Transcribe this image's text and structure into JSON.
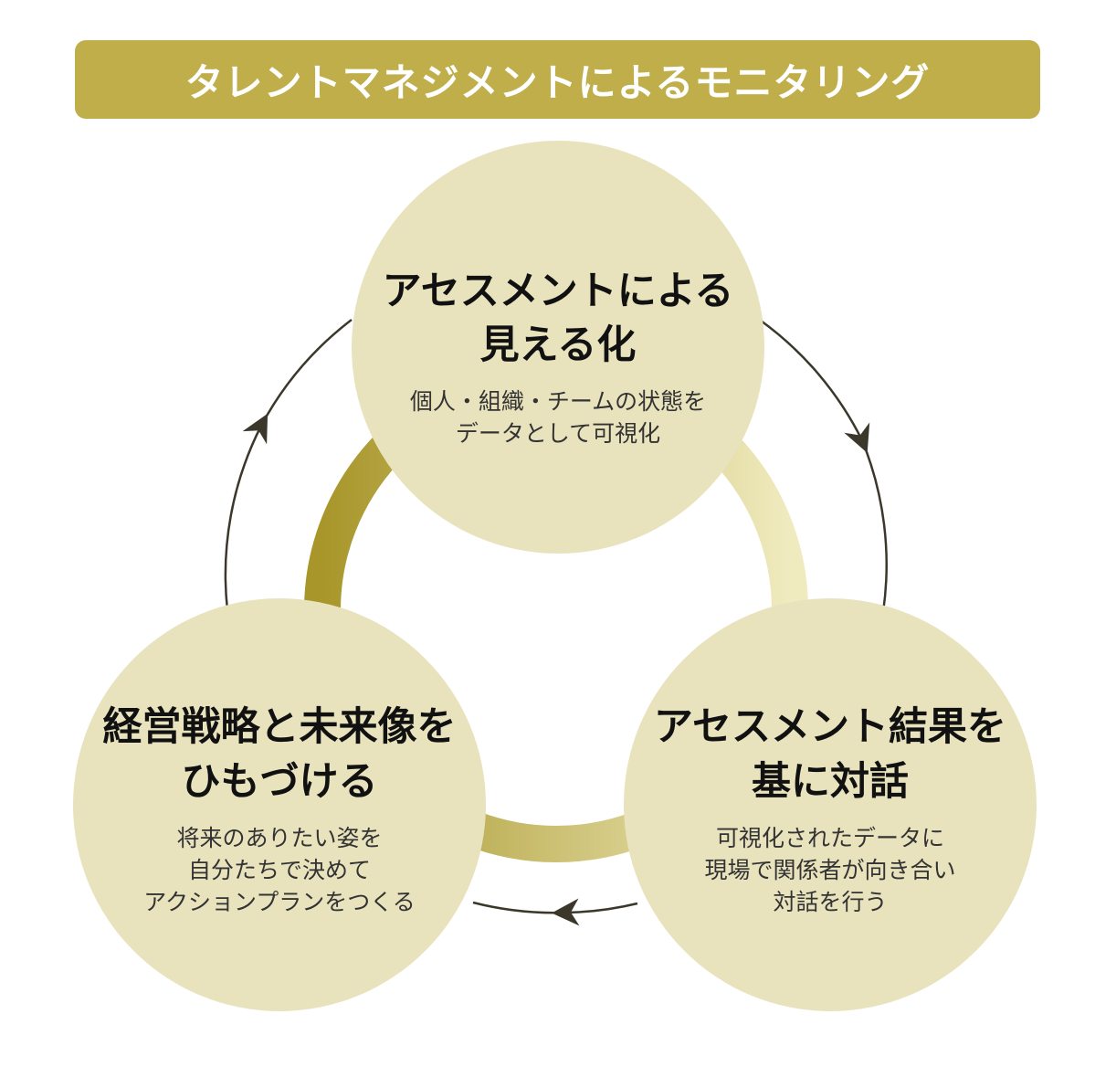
{
  "title": "タレントマネジメントによるモニタリング",
  "colors": {
    "title_bar": "#bfae4a",
    "node_fill": "#e8e3bd",
    "ring_dark": "#a8962a",
    "ring_light": "#f0ebbf",
    "arrow": "#3b382b"
  },
  "nodes": {
    "top": {
      "title_lines": [
        "アセスメントによる",
        "見える化"
      ],
      "desc_lines": [
        "個人・組織・チームの状態を",
        "データとして可視化"
      ]
    },
    "right": {
      "title_lines": [
        "アセスメント結果を",
        "基に対話"
      ],
      "desc_lines": [
        "可視化されたデータに",
        "現場で関係者が向き合い",
        "対話を行う"
      ]
    },
    "left": {
      "title_lines": [
        "経営戦略と未来像を",
        "ひもづける"
      ],
      "desc_lines": [
        "将来のありたい姿を",
        "自分たちで決めて",
        "アクションプランをつくる"
      ]
    }
  },
  "cycle": {
    "direction": "clockwise",
    "order": [
      "top",
      "right",
      "left"
    ]
  }
}
